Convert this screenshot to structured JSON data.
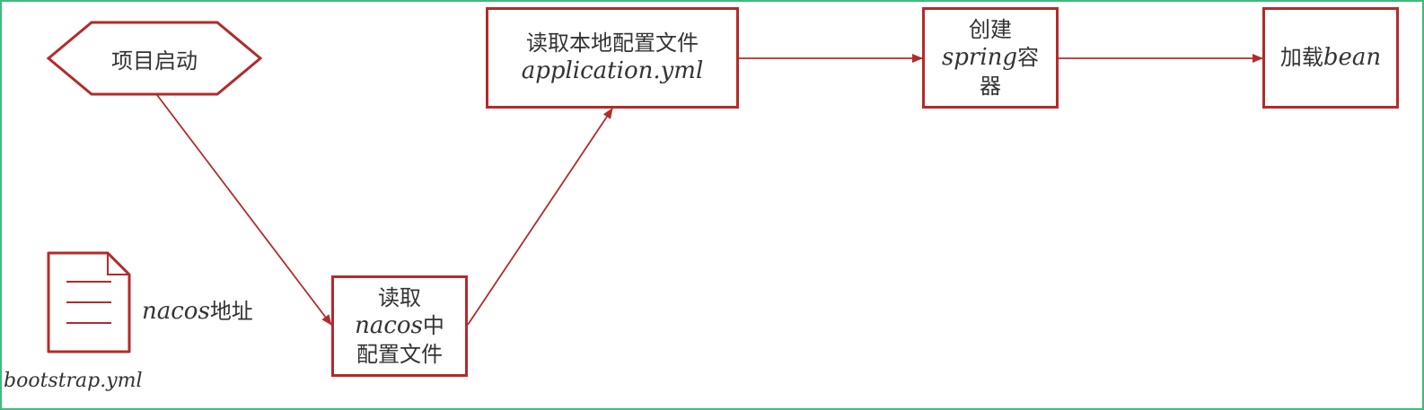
{
  "nodes": {
    "start": {
      "label": "项目启动"
    },
    "read_nacos": {
      "line1": "读取",
      "line2_latin": "nacos",
      "line2_cjk": "中",
      "line3": "配置文件"
    },
    "read_local": {
      "line1": "读取本地配置文件",
      "line2_latin": "application.yml"
    },
    "create_container": {
      "line1": "创建",
      "line2_latin": "spring",
      "line2_cjk": "容",
      "line3": "器"
    },
    "load_bean": {
      "cjk": "加载",
      "latin": "bean"
    }
  },
  "document": {
    "address_latin": "nacos",
    "address_cjk": "地址",
    "filename": "bootstrap.yml",
    "icon": "document-icon"
  },
  "colors": {
    "stroke": "#b22b2b",
    "frame": "#3dbb7d",
    "text": "#333333"
  }
}
